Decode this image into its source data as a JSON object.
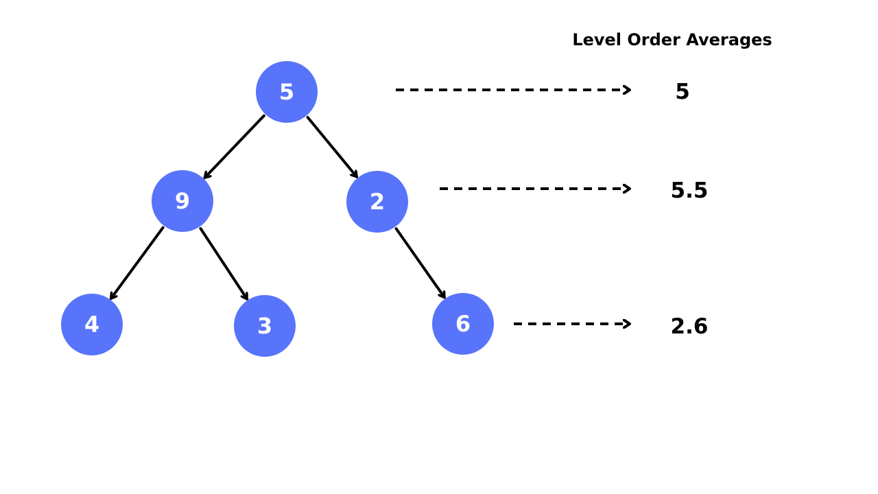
{
  "title": "Level Order Averages",
  "nodes": [
    {
      "id": "root",
      "label": "5"
    },
    {
      "id": "left",
      "label": "9"
    },
    {
      "id": "right",
      "label": "2"
    },
    {
      "id": "left-left",
      "label": "4"
    },
    {
      "id": "left-right",
      "label": "3"
    },
    {
      "id": "right-right",
      "label": "6"
    }
  ],
  "edges": [
    {
      "from": "root",
      "to": "left"
    },
    {
      "from": "root",
      "to": "right"
    },
    {
      "from": "left",
      "to": "left-left"
    },
    {
      "from": "left",
      "to": "left-right"
    },
    {
      "from": "right",
      "to": "right-right"
    }
  ],
  "averages": [
    {
      "level": 0,
      "value": "5"
    },
    {
      "level": 1,
      "value": "5.5"
    },
    {
      "level": 2,
      "value": "2.6"
    }
  ],
  "colors": {
    "node": "#5874fb",
    "node_text": "#ffffff",
    "lines": "#000000"
  }
}
